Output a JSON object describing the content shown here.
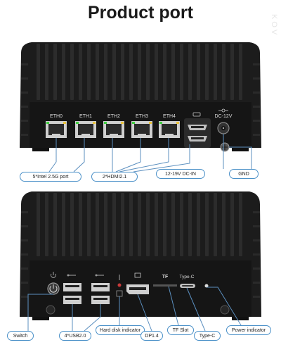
{
  "title": "Product port",
  "watermark": "KOV",
  "colors": {
    "device_body": "#1c1c1c",
    "fin": "#2a2a2a",
    "panel": "#141414",
    "rj45_led": "#3fcf3f",
    "callout_border": "#4a90c8",
    "callout_line": "#5b8fbf"
  },
  "top_unit": {
    "eth_labels": [
      "ETH0",
      "ETH1",
      "ETH2",
      "ETH3",
      "ETH4"
    ],
    "dc_label": "DC-12V",
    "callouts": {
      "eth": "5*Intel 2.5G port",
      "hdmi": "2*HDMI2.1",
      "dcin": "12-19V DC-IN",
      "gnd": "GND"
    }
  },
  "bottom_unit": {
    "tf_label": "TF",
    "typec_label": "Type-C",
    "callouts": {
      "switch": "Switch",
      "usb": "4*USB2.0",
      "hdd": "Hard disk indicator",
      "dp": "DP1.4",
      "tf": "TF Slot",
      "typec": "Type-C",
      "power": "Power indicator"
    }
  }
}
